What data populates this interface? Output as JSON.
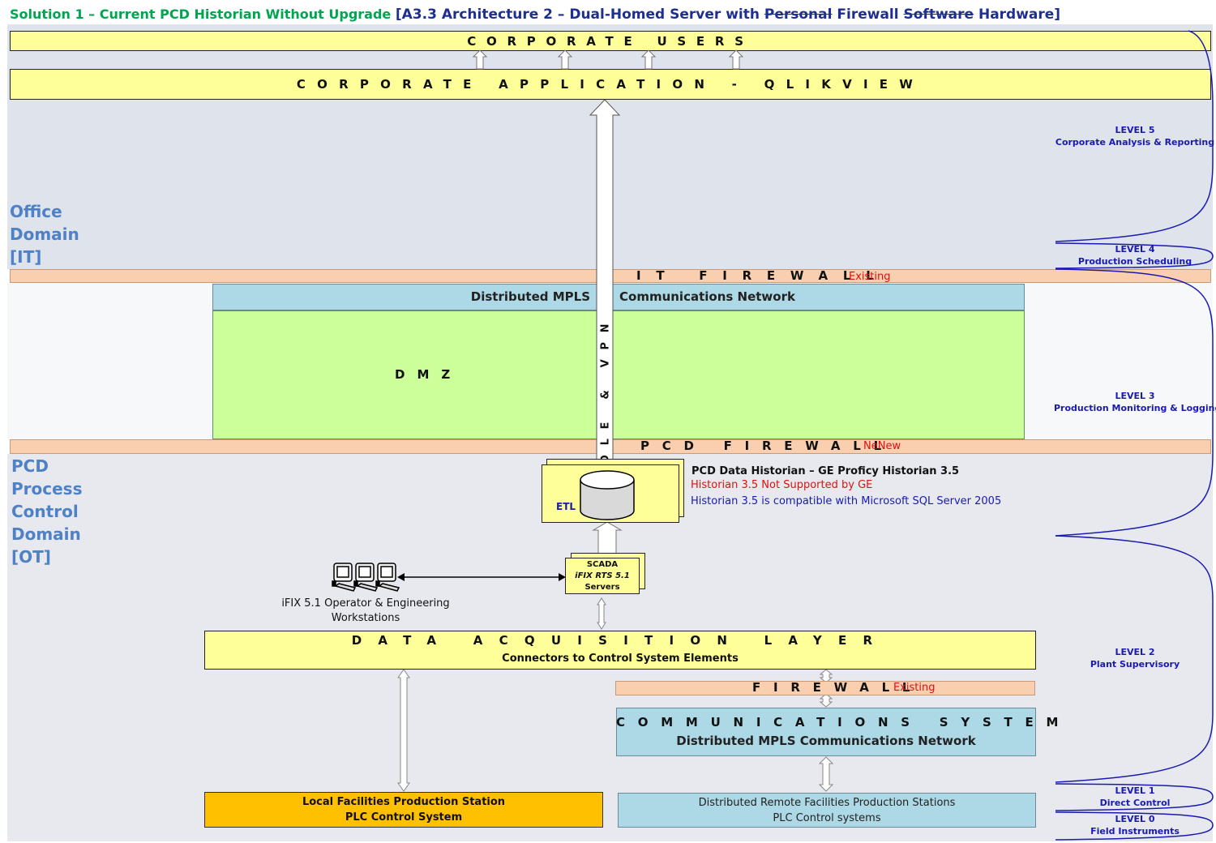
{
  "header": {
    "solution": "Solution 1 – Current PCD Historian Without Upgrade",
    "arch_prefix": "[A3.3 Architecture 2 – Dual-Homed Server with ",
    "strike1": "Personal",
    "mid": " Firewall ",
    "strike2": "Software",
    "suffix": " Hardware]"
  },
  "corporate_users": "CORPORATE USERS",
  "corporate_app": "CORPORATE APPLICATION - QLIKVIEW",
  "office_domain": [
    "Office",
    "Domain",
    "[IT]"
  ],
  "it_firewall": {
    "label": "IT FIREWALL",
    "status": "Existing"
  },
  "mpls_top": {
    "left": "Distributed MPLS",
    "right": "Communications Network"
  },
  "dmz": "DMZ",
  "ole_vpn": "OLE & VPN",
  "pcd_firewall": {
    "label": "PCD FIREWALL",
    "status": "NeNew"
  },
  "pcd_domain": [
    "PCD",
    "Process",
    "Control",
    "Domain",
    "[OT]"
  ],
  "historian": {
    "title": "PCD Data Historian – GE Proficy Historian 3.5",
    "warning": "Historian 3.5 Not Supported by GE",
    "compat": "Historian 3.5 is compatible with Microsoft SQL Server 2005",
    "etl": "ETL"
  },
  "scada": {
    "line1": "SCADA",
    "line2": "iFIX RTS 5.1",
    "line3": "Servers"
  },
  "workstations": {
    "line1": "iFIX 5.1 Operator & Engineering",
    "line2": "Workstations"
  },
  "daq": {
    "title": "DATA ACQUISITION LAYER",
    "subtitle": "Connectors to Control System Elements"
  },
  "firewall_low": {
    "label": "FIREWALL",
    "status": "Existing"
  },
  "comms": {
    "title": "COMMUNICATIONS SYSTEM",
    "subtitle": "Distributed MPLS Communications Network"
  },
  "local_station": {
    "line1": "Local Facilities Production Station",
    "line2": "PLC Control System"
  },
  "remote_station": {
    "line1": "Distributed Remote Facilities Production Stations",
    "line2": "PLC Control systems"
  },
  "levels": {
    "l5": {
      "num": "LEVEL 5",
      "name": "Corporate Analysis & Reporting"
    },
    "l4": {
      "num": "LEVEL 4",
      "name": "Production Scheduling"
    },
    "l3": {
      "num": "LEVEL 3",
      "name": "Production Monitoring & Logging"
    },
    "l2": {
      "num": "LEVEL 2",
      "name": "Plant Supervisory"
    },
    "l1": {
      "num": "LEVEL 1",
      "name": "Direct Control"
    },
    "l0": {
      "num": "LEVEL 0",
      "name": "Field Instruments"
    }
  },
  "colors": {
    "yellow": "#ffff99",
    "peach": "#f9cfb0",
    "light_blue": "#add8e6",
    "green": "#ccff99",
    "orange": "#ffc000",
    "title_green": "#00a550",
    "title_navy": "#1f2f8f",
    "level_blue": "#1a1ab0",
    "red": "#e01010",
    "domain_blue": "#4f81c7"
  }
}
